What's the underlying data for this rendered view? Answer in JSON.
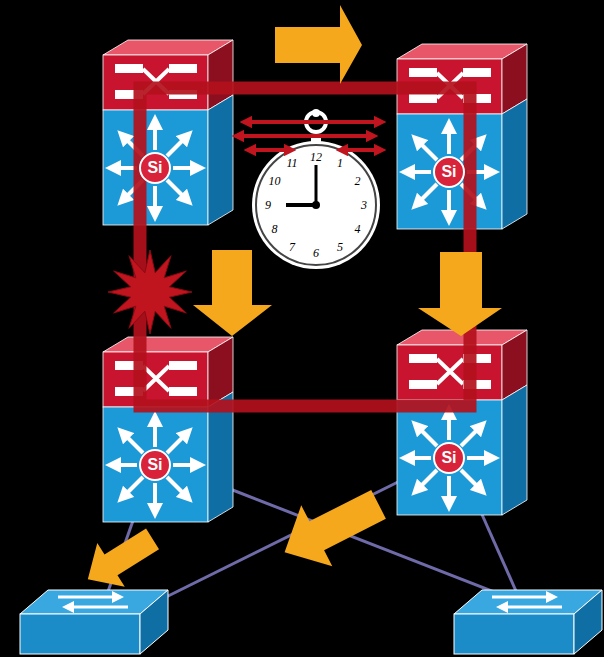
{
  "diagram": {
    "nodes": [
      {
        "text": [
          "Si"
        ]
      },
      {
        "text": [
          "Si"
        ]
      },
      {
        "text": [
          "Si"
        ]
      },
      {
        "text": [
          "Si"
        ]
      }
    ],
    "labels": [
      "12",
      "1",
      "2",
      "3",
      "4",
      "5",
      "6",
      "7",
      "8",
      "9",
      "10",
      "11"
    ]
  }
}
